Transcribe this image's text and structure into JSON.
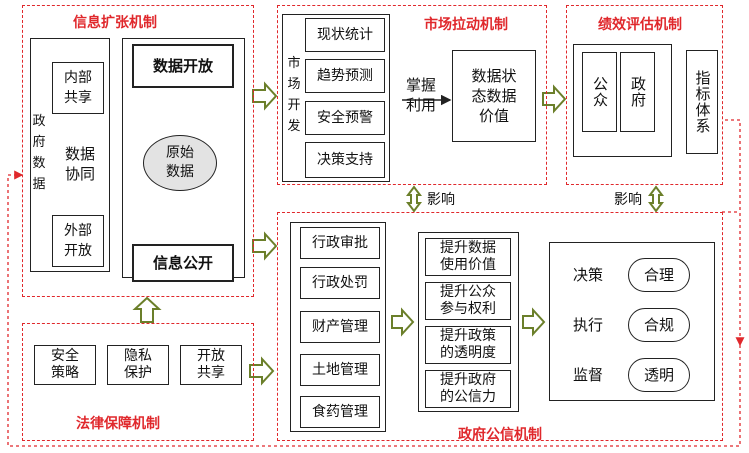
{
  "sections": {
    "info_expansion": "信息扩张机制",
    "market_pull": "市场拉动机制",
    "performance_eval": "绩效评估机制",
    "legal_guarantee": "法律保障机制",
    "gov_credibility": "政府公信机制"
  },
  "info": {
    "gov_data": "政府数据",
    "internal_share": "内部共享",
    "data_sync": "数据协同",
    "external_open": "外部开放",
    "data_open": "数据开放",
    "raw_data": "原始数据",
    "info_public": "信息公开"
  },
  "market": {
    "market_dev": "市场开发",
    "items": [
      "现状统计",
      "趋势预测",
      "安全预警",
      "决策支持"
    ],
    "master_use": "掌握利用",
    "data_state_value": "数据状态数据价值"
  },
  "eval": {
    "public": "公众",
    "government": "政府",
    "indicator_system": "指标体系"
  },
  "influence": "影响",
  "legal": {
    "items": [
      "安全策略",
      "隐私保护",
      "开放共享"
    ]
  },
  "credibility": {
    "admin_items": [
      "行政审批",
      "行政处罚",
      "财产管理",
      "土地管理",
      "食药管理"
    ],
    "improve_items": [
      "提升数据使用价值",
      "提升公众参与权利",
      "提升政策的透明度",
      "提升政府的公信力"
    ],
    "process": [
      {
        "stage": "决策",
        "result": "合理"
      },
      {
        "stage": "执行",
        "result": "合规"
      },
      {
        "stage": "监督",
        "result": "透明"
      }
    ]
  }
}
